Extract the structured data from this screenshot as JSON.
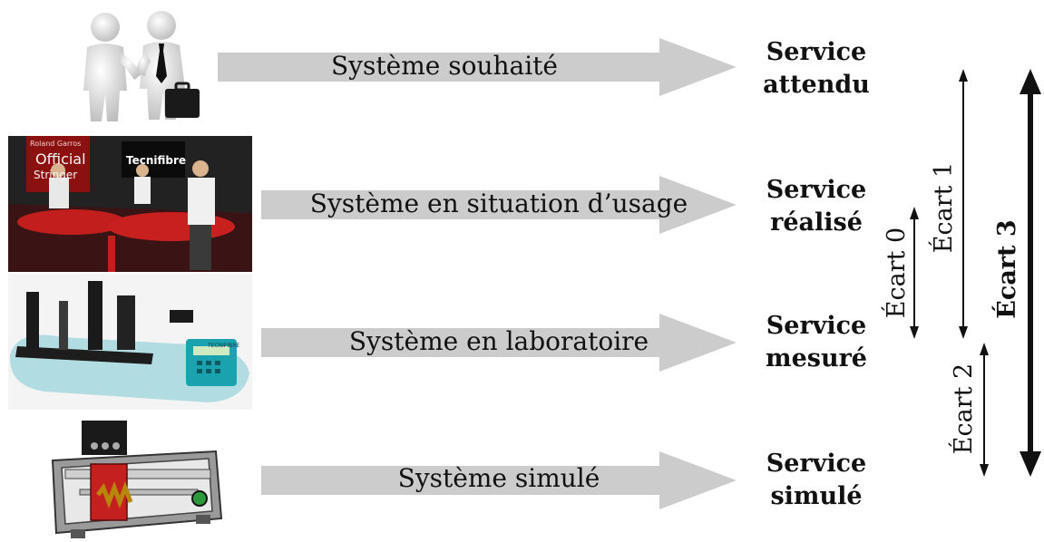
{
  "rows": [
    {
      "arrow_label": "Système souhaité",
      "service_line1": "Service",
      "service_line2": "attendu"
    },
    {
      "arrow_label": "Système en situation d’usage",
      "service_line1": "Service",
      "service_line2": "réalisé"
    },
    {
      "arrow_label": "Système en laboratoire",
      "service_line1": "Service",
      "service_line2": "mesuré"
    },
    {
      "arrow_label": "Système simulé",
      "service_line1": "Service",
      "service_line2": "simulé"
    }
  ],
  "gaps": {
    "ecart0": "Écart 0",
    "ecart1": "Écart 1",
    "ecart2": "Écart 2",
    "ecart3": "Écart 3"
  },
  "images": {
    "handshake": {
      "icon": "handshake-figures-icon"
    },
    "usage": {
      "banner_brand": "Tecnifibre",
      "banner_official": "Official",
      "banner_stringer": "Stringer",
      "banner_rg": "Roland Garros"
    },
    "lab": {
      "device_brand": "TECNIFIBRE"
    },
    "cad": {
      "icon": "cad-model-icon"
    }
  },
  "colors": {
    "arrow": "#cccccc",
    "text": "#111111"
  }
}
